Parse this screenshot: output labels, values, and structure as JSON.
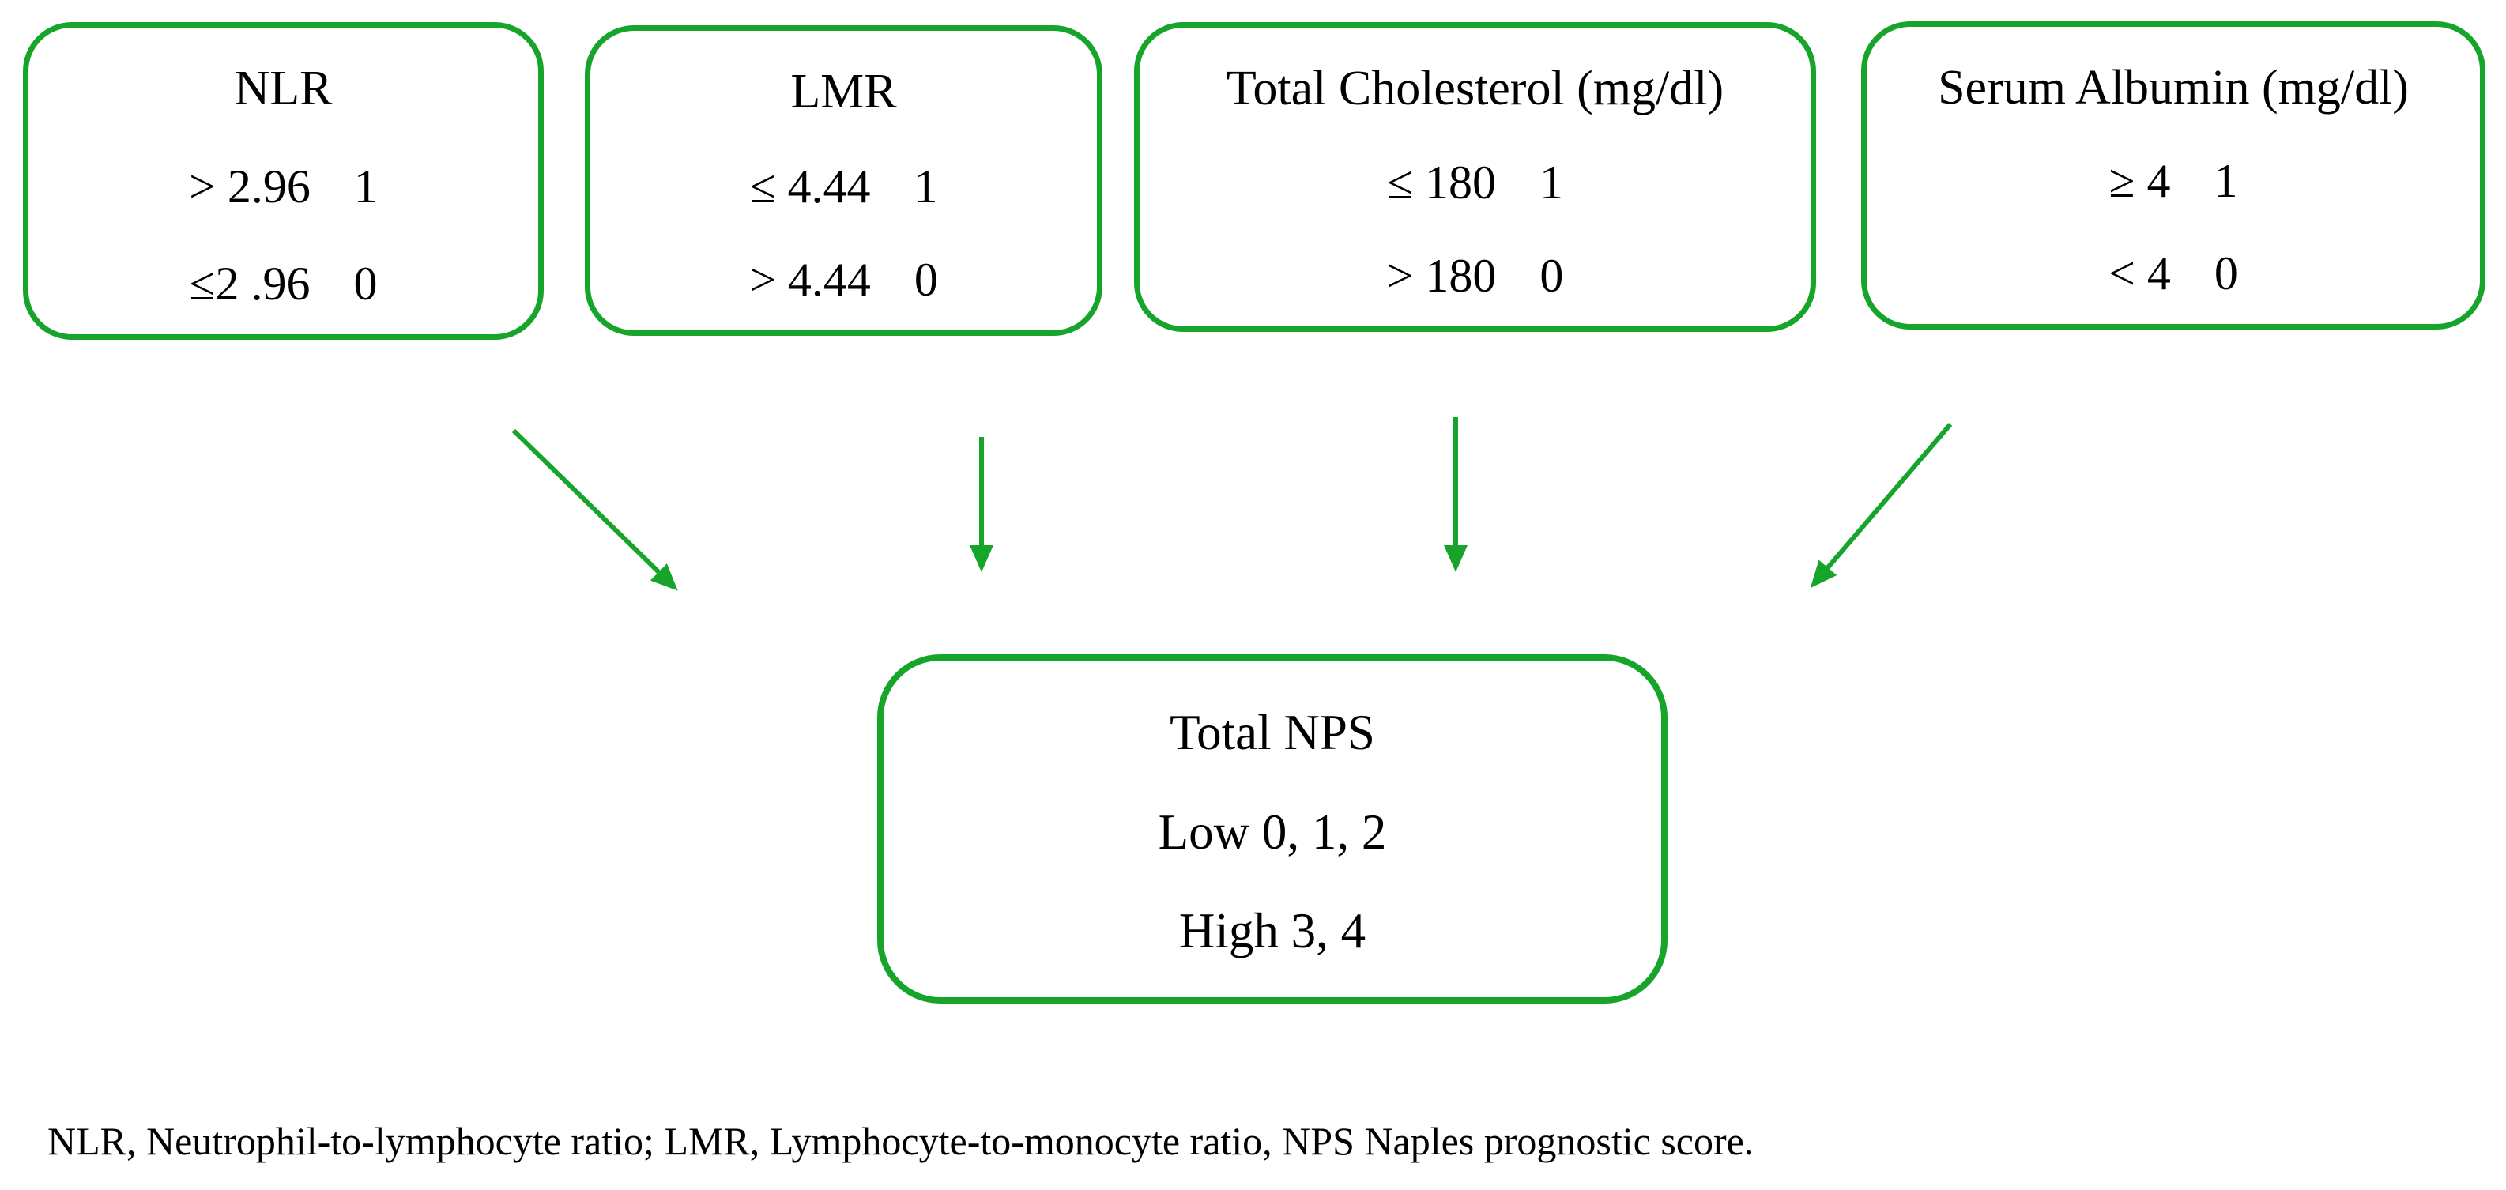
{
  "figure": {
    "boxes": [
      {
        "title": "NLR",
        "row1_condition": "> 2.96",
        "row1_score": "1",
        "row2_condition": "≤2 .96",
        "row2_score": "0"
      },
      {
        "title": "LMR",
        "row1_condition": "≤ 4.44",
        "row1_score": "1",
        "row2_condition": "> 4.44",
        "row2_score": "0"
      },
      {
        "title": "Total Cholesterol (mg/dl)",
        "row1_condition": "≤ 180",
        "row1_score": "1",
        "row2_condition": "> 180",
        "row2_score": "0"
      },
      {
        "title": "Serum Albumin (mg/dl)",
        "row1_condition": "≥ 4",
        "row1_score": "1",
        "row2_condition": "< 4",
        "row2_score": "0"
      }
    ],
    "total_box": {
      "title": "Total NPS",
      "low_line": "Low 0, 1, 2",
      "high_line": "High 3, 4"
    },
    "footnote": "NLR, Neutrophil-to-lymphocyte ratio; LMR, Lymphocyte-to-monocyte ratio, NPS Naples prognostic score.",
    "colors": {
      "accent_green": "#17a42b",
      "text": "#000000",
      "background": "#ffffff"
    }
  }
}
